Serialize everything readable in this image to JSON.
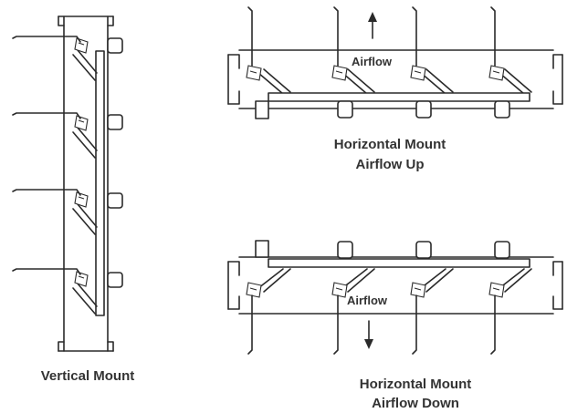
{
  "captions": {
    "vertical": "Vertical Mount",
    "horizontal_up_line1": "Horizontal Mount",
    "horizontal_up_line2": "Airflow Up",
    "horizontal_down_line1": "Horizontal Mount",
    "horizontal_down_line2": "Airflow Down"
  },
  "airflow_labels": {
    "up": "Airflow",
    "down": "Airflow"
  },
  "colors": {
    "line": "#2a2a2a",
    "text": "#333333",
    "background": "#ffffff"
  }
}
